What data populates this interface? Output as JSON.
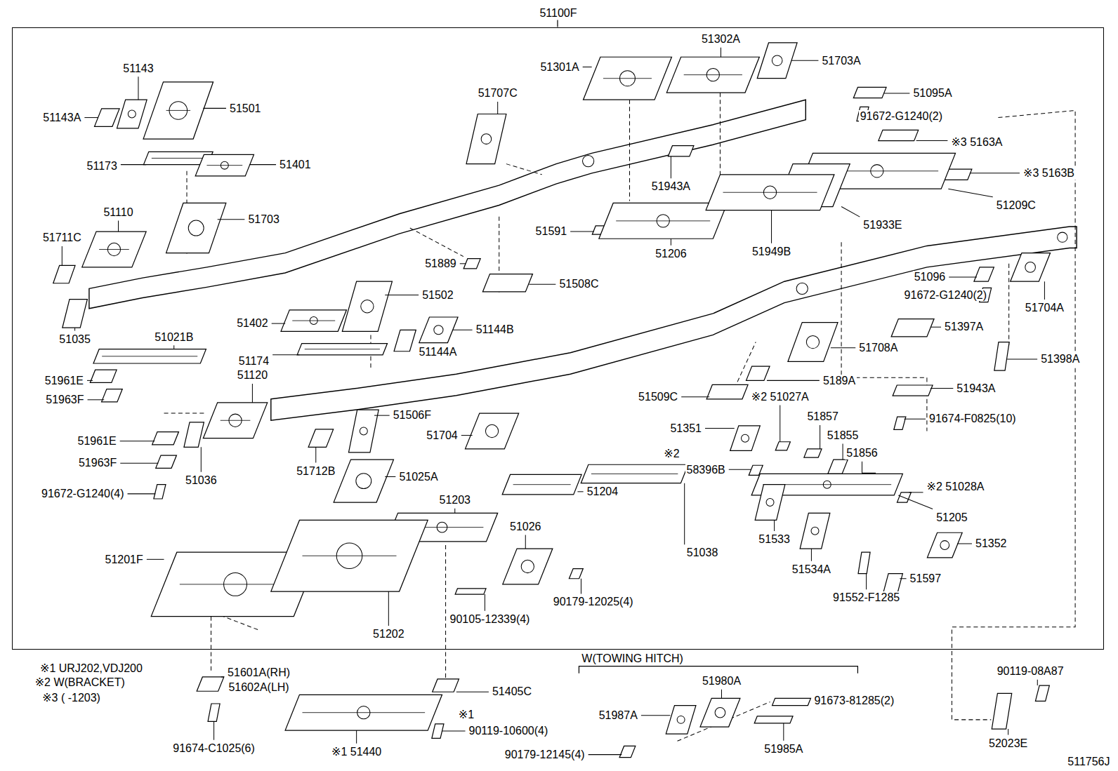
{
  "diagram": {
    "nodes": [
      {
        "text": [
          "51100F"
        ]
      }
    ],
    "labels": [
      "51143",
      "51143A",
      "51501",
      "51173",
      "51401",
      "51110",
      "51703",
      "51711C",
      "51035",
      "51021B",
      "51961E",
      "51963F",
      "51120",
      "51961E",
      "51963F",
      "51036",
      "91672-G1240(4)",
      "51402",
      "51502",
      "51174",
      "51144B",
      "51144A",
      "51707C",
      "51301A",
      "51302A",
      "51703A",
      "51095A",
      "91672-G1240(2)",
      "※3 5163A",
      "※3 5163B",
      "51943A",
      "51209C",
      "51933E",
      "51591",
      "51206",
      "51949B",
      "51889",
      "51508C",
      "51096",
      "91672-G1240(2)",
      "51704A",
      "51397A",
      "51708A",
      "51398A",
      "51509C",
      "※2 51027A",
      "5189A",
      "51943A",
      "91674-F0825(10)",
      "51351",
      "51857",
      "51855",
      "51856",
      "※2",
      "58396B",
      "※2 51028A",
      "51205",
      "51533",
      "51534A",
      "51352",
      "51597",
      "91552-F1285",
      "51506F",
      "51704",
      "51712B",
      "51025A",
      "51203",
      "51204",
      "51038",
      "51026",
      "51201F",
      "51202",
      "90105-12339(4)",
      "90179-12025(4)",
      "※1 URJ202,VDJ200",
      "※2 W(BRACKET)",
      "※3 ( -1203)",
      "51601A(RH)",
      "51602A(LH)",
      "91674-C1025(6)",
      "51405C",
      "※1",
      "90119-10600(4)",
      "※1 51440",
      "W(TOWING HITCH)",
      "51980A",
      "51987A",
      "91673-81285(2)",
      "51985A",
      "90179-12145(4)",
      "90119-08A87",
      "52023E",
      "511756J"
    ]
  }
}
